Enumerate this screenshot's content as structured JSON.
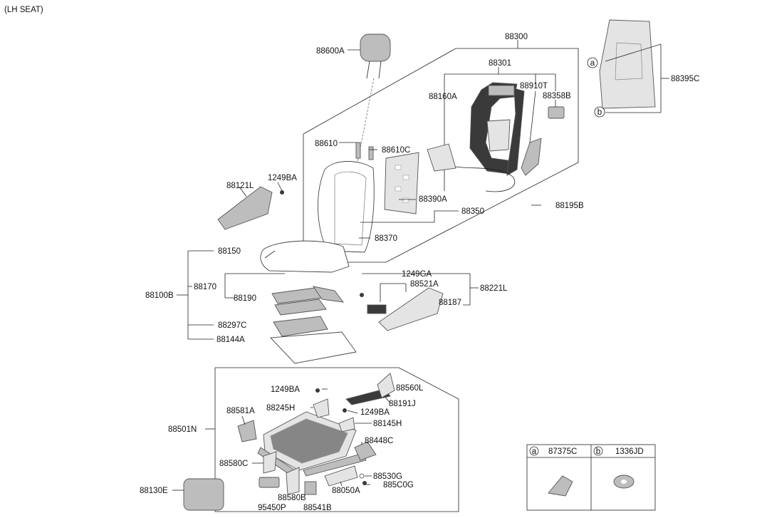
{
  "header": {
    "title": "(LH SEAT)"
  },
  "labels": {
    "p88300": "88300",
    "p88600A": "88600A",
    "p88301": "88301",
    "p88160A": "88160A",
    "p88910T": "88910T",
    "p88358B": "88358B",
    "p88395C": "88395C",
    "p88610": "88610",
    "p88610C": "88610C",
    "p1249BA_top": "1249BA",
    "p88121L": "88121L",
    "p88390A": "88390A",
    "p88350": "88350",
    "p88195B": "88195B",
    "p88370": "88370",
    "p88150": "88150",
    "p88100B": "88100B",
    "p88170": "88170",
    "p88190": "88190",
    "p88297C": "88297C",
    "p88144A": "88144A",
    "p1249GA": "1249GA",
    "p88521A": "88521A",
    "p88221L": "88221L",
    "p88187": "88187",
    "p1249BA_mid": "1249BA",
    "p88560L": "88560L",
    "p88191J": "88191J",
    "p88581A": "88581A",
    "p88245H": "88245H",
    "p1249BA_low": "1249BA",
    "p88145H": "88145H",
    "p88501N": "88501N",
    "p88448C": "88448C",
    "p88580C": "88580C",
    "p88530G": "88530G",
    "p885C0G": "885C0G",
    "p88050A": "88050A",
    "p88580B": "88580B",
    "p88130E": "88130E",
    "p95450P": "95450P",
    "p88541B": "88541B"
  },
  "callouts": {
    "a": "a",
    "b": "b"
  },
  "legend": {
    "a_letter": "a",
    "a_part": "87375C",
    "b_letter": "b",
    "b_part": "1336JD"
  }
}
